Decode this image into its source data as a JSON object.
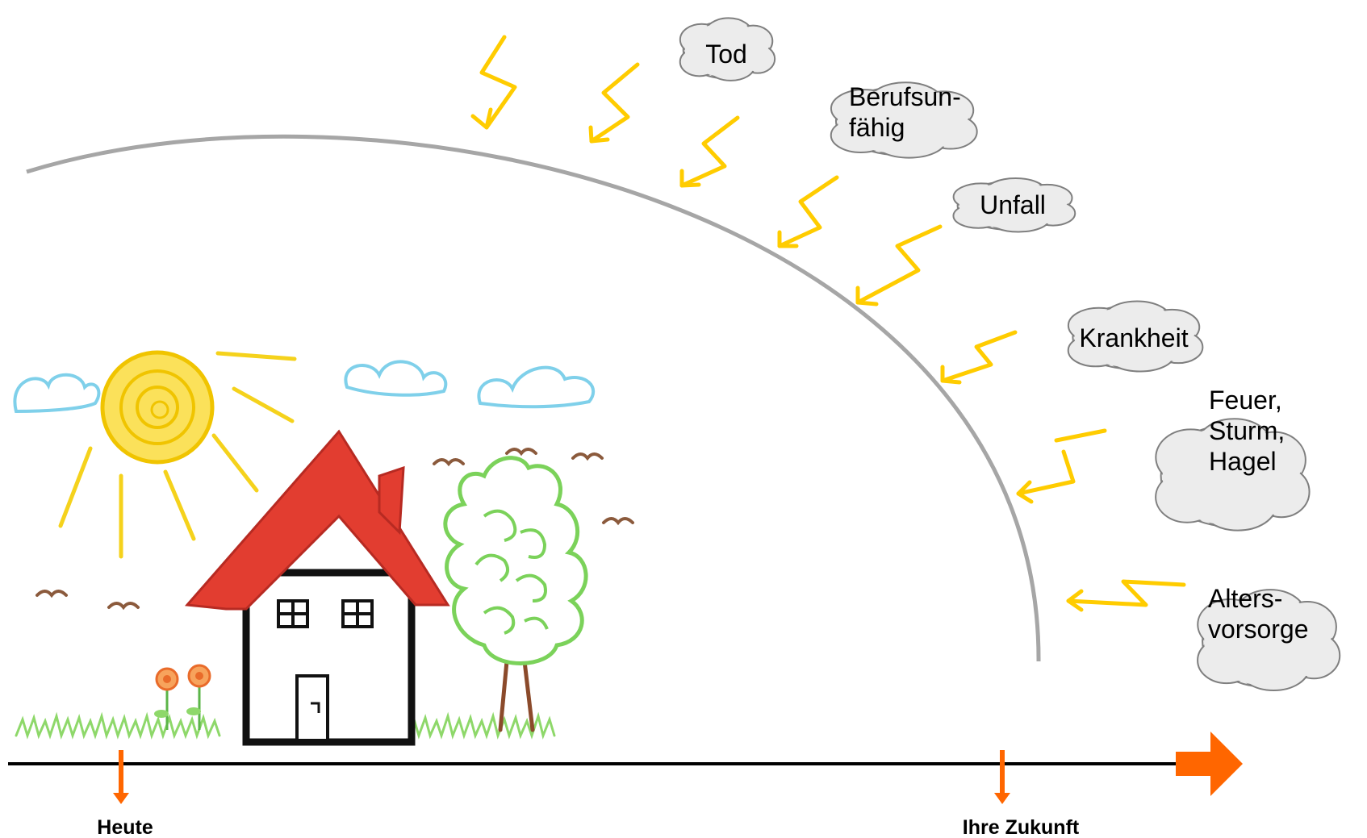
{
  "risks": [
    {
      "lines": [
        "Tod"
      ]
    },
    {
      "lines": [
        "Berufsun-",
        "fähig"
      ]
    },
    {
      "lines": [
        "Unfall"
      ]
    },
    {
      "lines": [
        "Krankheit"
      ]
    },
    {
      "lines": [
        "Feuer,",
        "Sturm,",
        "Hagel"
      ]
    },
    {
      "lines": [
        "Alters-",
        "vorsorge"
      ]
    }
  ],
  "timeline": {
    "start_label": "Heute",
    "end_label": "Ihre Zukunft"
  },
  "colors": {
    "arc": "#a6a6a6",
    "bolt": "#ffcc00",
    "cloud_fill": "#ececec",
    "cloud_stroke": "#7f7f7f",
    "timeline": "#000000",
    "marker": "#ff6600",
    "roof": "#e23d30",
    "sun": "#f5d21c",
    "sky_cloud": "#7fd0ea",
    "tree": "#7bd25a",
    "trunk": "#8b4a2b",
    "grass": "#8ed86a"
  },
  "icons": [
    "sun-icon",
    "house-icon",
    "tree-icon",
    "flower-icon",
    "bird-icon",
    "lightning-icon",
    "cloud-icon",
    "arrow-right-icon",
    "arrow-down-icon"
  ]
}
